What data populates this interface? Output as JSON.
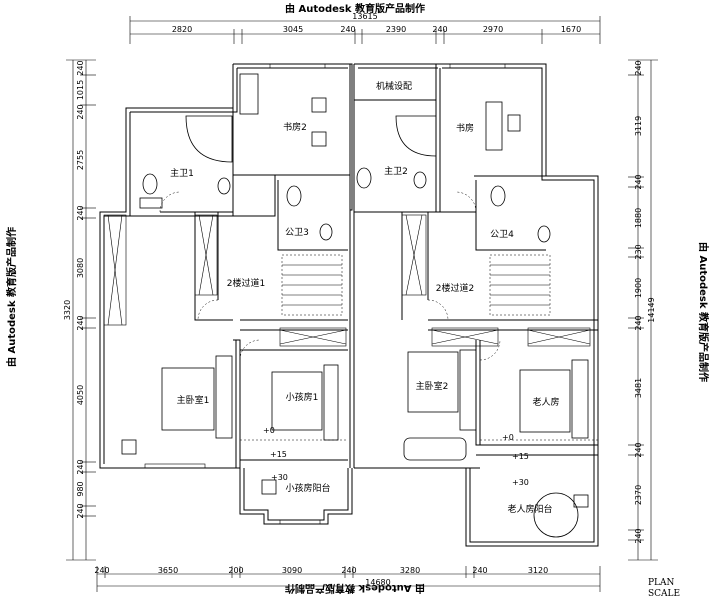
{
  "watermark": "由 Autodesk 教育版产品制作",
  "plan_label": "PLAN",
  "scale_label": "SCALE",
  "dimensions": {
    "top_total": "13615",
    "top": [
      "2820",
      "3045",
      "240",
      "2390",
      "240",
      "2970",
      "1670"
    ],
    "bottom_total": "14680",
    "bottom": [
      "240",
      "3650",
      "200",
      "3090",
      "240",
      "3280",
      "240",
      "3120"
    ],
    "left_total": "3320",
    "left": [
      "240",
      "1015",
      "240",
      "2755",
      "240",
      "3080",
      "240",
      "4050",
      "240",
      "980",
      "240"
    ],
    "right_total": "14149",
    "right": [
      "240",
      "3119",
      "240",
      "1880",
      "230",
      "1900",
      "240",
      "3481",
      "240",
      "2370",
      "240"
    ]
  },
  "rooms": {
    "study2": "书房2",
    "mech": "机械设配",
    "study": "书房",
    "bath1": "主卫1",
    "bath2": "主卫2",
    "pubbath3": "公卫3",
    "pubbath4": "公卫4",
    "corridor1": "2楼过道1",
    "corridor2": "2楼过道2",
    "master1": "主卧室1",
    "child1": "小孩房1",
    "master2": "主卧室2",
    "elder": "老人房",
    "childbalcony": "小孩房阳台",
    "elderbalcony": "老人房阳台"
  },
  "levels": {
    "l0a": "+0",
    "l15a": "+15",
    "l30a": "+30",
    "l0b": "+0",
    "l15b": "+15",
    "l30b": "+30"
  }
}
